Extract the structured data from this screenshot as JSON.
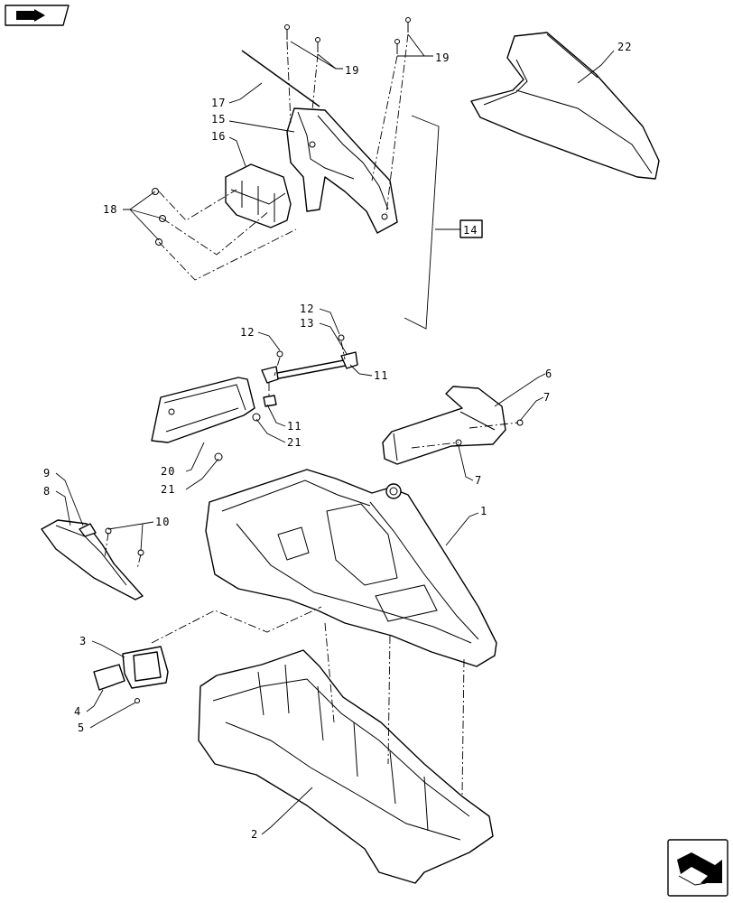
{
  "nav": {
    "prev_icon": "page-back-arrow-icon",
    "next_icon": "page-forward-arrow-icon"
  },
  "callouts": {
    "c1": "1",
    "c2": "2",
    "c3": "3",
    "c4": "4",
    "c5": "5",
    "c6": "6",
    "c7a": "7",
    "c7b": "7",
    "c8": "8",
    "c9": "9",
    "c10": "10",
    "c11a": "11",
    "c11b": "11",
    "c12a": "12",
    "c12b": "12",
    "c13": "13",
    "c14": "14",
    "c15": "15",
    "c16": "16",
    "c17": "17",
    "c18": "18",
    "c19a": "19",
    "c19b": "19",
    "c20": "20",
    "c21a": "21",
    "c21b": "21",
    "c22": "22"
  }
}
